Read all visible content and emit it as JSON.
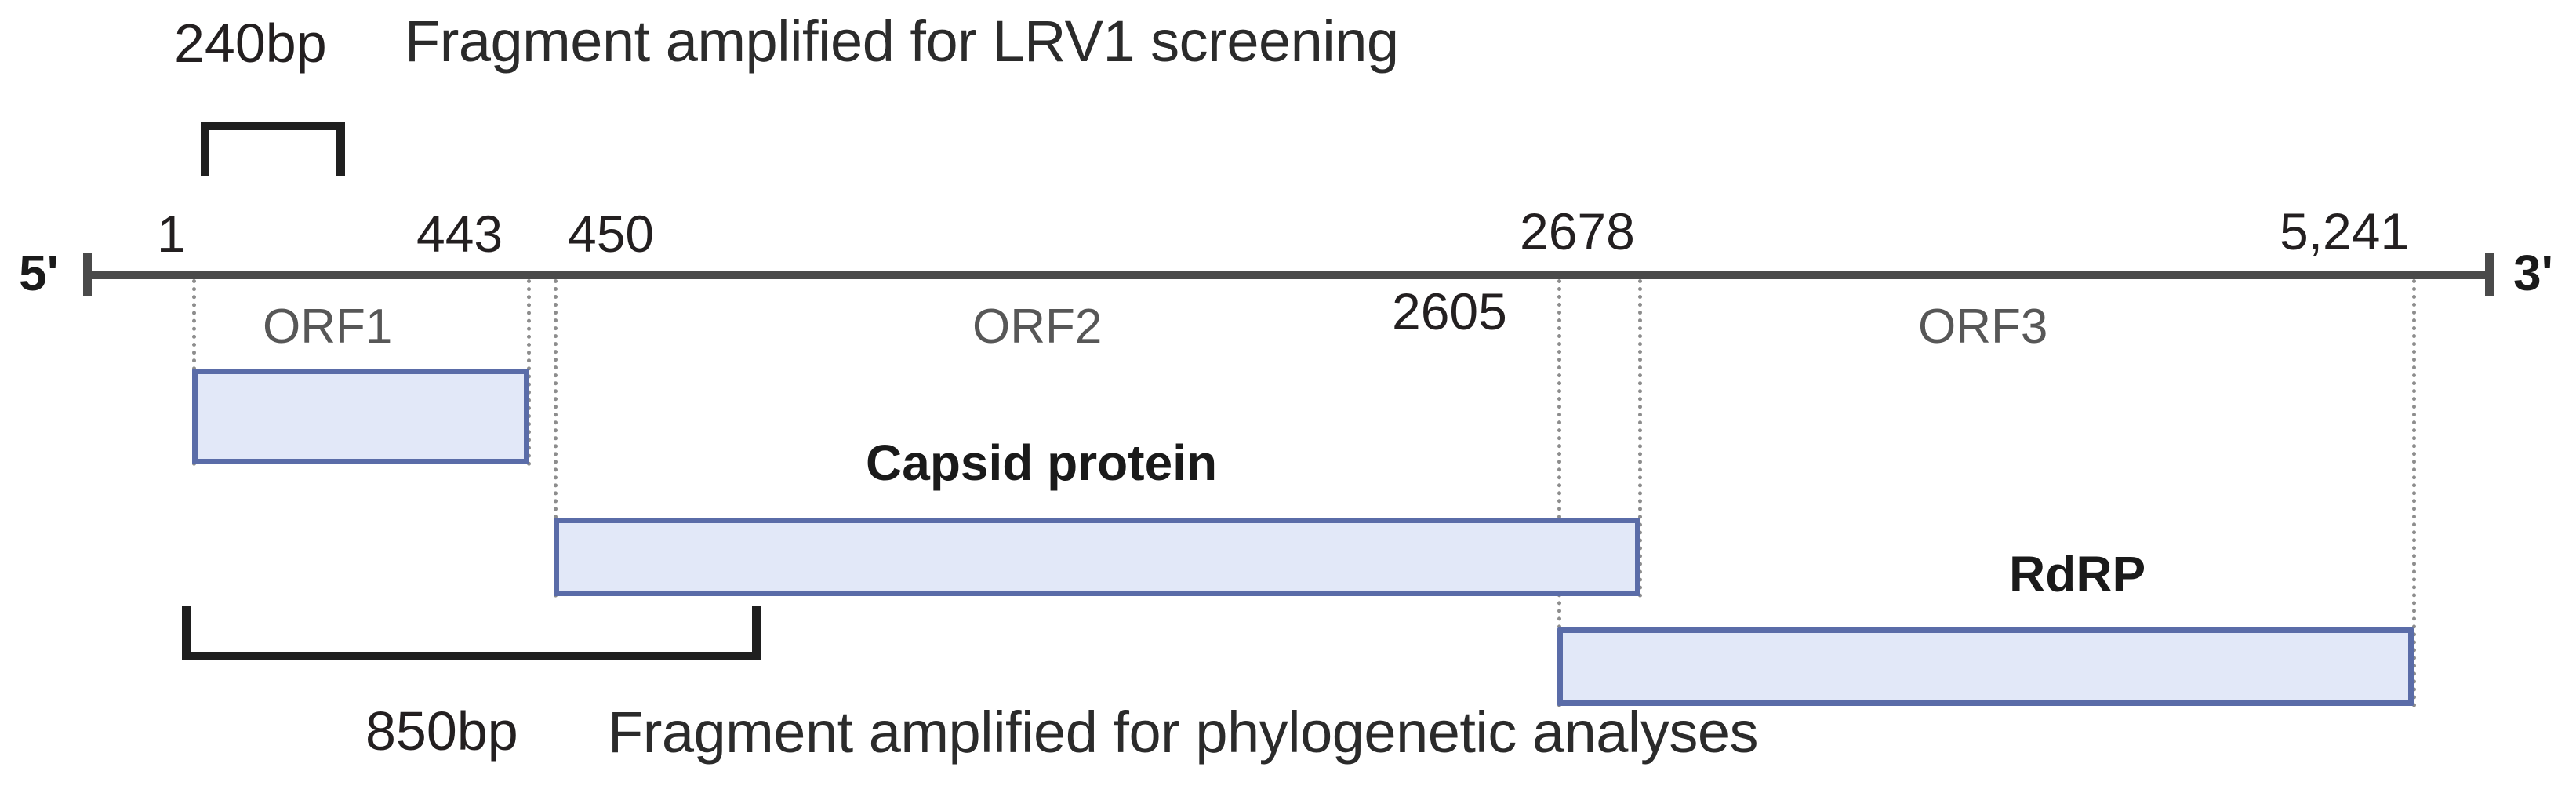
{
  "figure": {
    "type": "genome-organization-diagram",
    "organism": "LRV1",
    "genome_length_label": "5,241",
    "background_color": "#ffffff"
  },
  "annotations": {
    "top_bracket": {
      "size_label": "240bp",
      "caption": "Fragment amplified for LRV1 screening",
      "span_start": 1,
      "span_end": 240
    },
    "bottom_bracket": {
      "size_label": "850bp",
      "caption": "Fragment amplified for phylogenetic analyses",
      "span_start": 1,
      "span_end": 850
    }
  },
  "genome": {
    "five_prime_label": "5'",
    "three_prime_label": "3'",
    "line_color": "#4a4a4a",
    "coordinates": [
      {
        "label": "1",
        "value": 1
      },
      {
        "label": "443",
        "value": 443
      },
      {
        "label": "450",
        "value": 450
      },
      {
        "label": "2678",
        "value": 2678
      },
      {
        "label": "5,241",
        "value": 5241
      },
      {
        "label": "2605",
        "value": 2605
      }
    ]
  },
  "orfs": [
    {
      "name": "ORF1",
      "start": 1,
      "end": 443
    },
    {
      "name": "ORF2",
      "start": 450,
      "end": 2678
    },
    {
      "name": "ORF3",
      "start": 2605,
      "end": 5241
    }
  ],
  "products": [
    {
      "name": "Capsid protein",
      "orf": "ORF2"
    },
    {
      "name": "RdRP",
      "orf": "ORF3"
    }
  ],
  "colors": {
    "box_fill": "#e2e8f8",
    "box_border": "#5a6ca8",
    "backbone": "#4a4a4a",
    "guide": "#8d8d8d",
    "bracket": "#1f1f1f",
    "orf_label": "#575757",
    "text": "#231f20"
  }
}
